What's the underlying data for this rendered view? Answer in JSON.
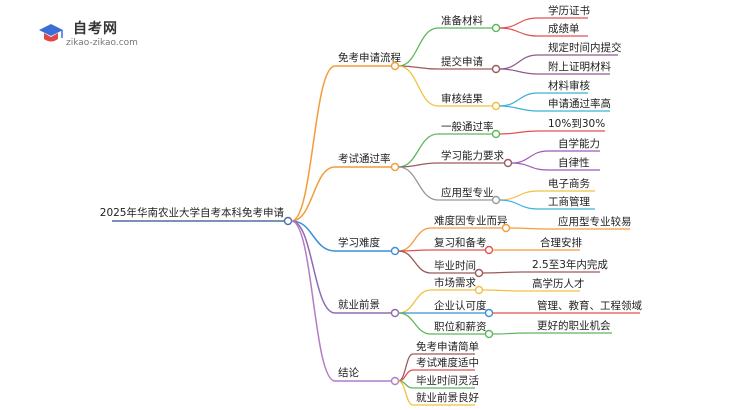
{
  "brand": {
    "name": "自考网",
    "url_text": "zikao-zikao.com"
  },
  "root": {
    "label": "2025年华南农业大学自考本科免考申请"
  },
  "branches": [
    {
      "label": "免考申请流程",
      "color": "#f39c38",
      "children": [
        {
          "label": "准备材料",
          "color": "#5cb85c",
          "leaves": [
            {
              "label": "学历证书",
              "color": "#e05252"
            },
            {
              "label": "成绩单",
              "color": "#e05252"
            }
          ]
        },
        {
          "label": "提交申请",
          "color": "#9b5b5b",
          "leaves": [
            {
              "label": "规定时间内提交",
              "color": "#8e5a8e"
            },
            {
              "label": "附上证明材料",
              "color": "#8e5a8e"
            }
          ]
        },
        {
          "label": "审核结果",
          "color": "#f0c040",
          "leaves": [
            {
              "label": "材料审核",
              "color": "#3bb0d8"
            },
            {
              "label": "申请通过率高",
              "color": "#3bb0d8"
            }
          ]
        }
      ]
    },
    {
      "label": "考试通过率",
      "color": "#f39c38",
      "children": [
        {
          "label": "一般通过率",
          "color": "#5cb85c",
          "leaves": [
            {
              "label": "10%到30%",
              "color": "#e05252"
            }
          ]
        },
        {
          "label": "学习能力要求",
          "color": "#9b5b5b",
          "leaves": [
            {
              "label": "自学能力",
              "color": "#9b59b6"
            },
            {
              "label": "自律性",
              "color": "#9b59b6"
            }
          ]
        },
        {
          "label": "应用型专业",
          "color": "#999999",
          "leaves": [
            {
              "label": "电子商务",
              "color": "#f0c040"
            },
            {
              "label": "工商管理",
              "color": "#3bb0d8"
            }
          ]
        }
      ]
    },
    {
      "label": "学习难度",
      "color": "#3b8ed8",
      "children": [
        {
          "label": "难度因专业而异",
          "color": "#f39c38",
          "leaves": [
            {
              "label": "应用型专业较易",
              "color": "#f39c38"
            }
          ]
        },
        {
          "label": "复习和备考",
          "color": "#e05252",
          "leaves": [
            {
              "label": "合理安排",
              "color": "#f39c38"
            }
          ]
        },
        {
          "label": "毕业时间",
          "color": "#9b5b5b",
          "leaves": [
            {
              "label": "2.5至3年内完成",
              "color": "#9b5b5b"
            }
          ]
        }
      ]
    },
    {
      "label": "就业前景",
      "color": "#8e6bb0",
      "children": [
        {
          "label": "市场需求",
          "color": "#f0c040",
          "leaves": [
            {
              "label": "高学历人才",
              "color": "#f0c040"
            }
          ]
        },
        {
          "label": "企业认可度",
          "color": "#3b8ed8",
          "leaves": [
            {
              "label": "管理、教育、工程领域",
              "color": "#e05252"
            }
          ]
        },
        {
          "label": "职位和薪资",
          "color": "#5cb85c",
          "leaves": [
            {
              "label": "更好的职业机会",
              "color": "#5cb85c"
            }
          ]
        }
      ]
    },
    {
      "label": "结论",
      "color": "#b37cc4",
      "children": [
        {
          "label": "免考申请简单",
          "color": "#9b5b5b",
          "leaves": []
        },
        {
          "label": "考试难度适中",
          "color": "#e05252",
          "leaves": []
        },
        {
          "label": "毕业时间灵活",
          "color": "#5cb85c",
          "leaves": []
        },
        {
          "label": "就业前景良好",
          "color": "#f0c040",
          "leaves": []
        }
      ]
    }
  ]
}
